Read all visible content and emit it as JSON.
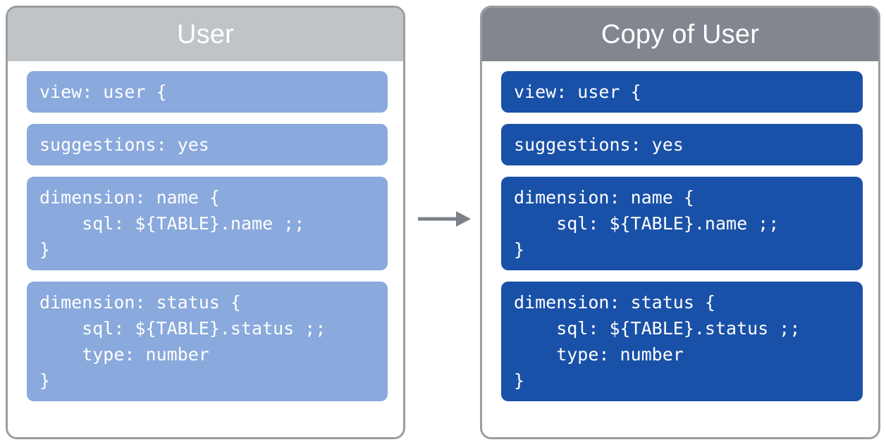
{
  "diagram": {
    "arrow": {
      "direction": "right",
      "color": "#7b8089",
      "meaning": "copies-to"
    },
    "panels": [
      {
        "id": "source",
        "title": "User",
        "header_color": "#c1c4c6",
        "block_color": "#8aa9dc",
        "blocks": [
          "view: user {",
          "suggestions: yes",
          "dimension: name {\n    sql: ${TABLE}.name ;;\n}",
          "dimension: status {\n    sql: ${TABLE}.status ;;\n    type: number\n}"
        ]
      },
      {
        "id": "copy",
        "title": "Copy of User",
        "header_color": "#82868e",
        "block_color": "#1a51a8",
        "blocks": [
          "view: user {",
          "suggestions: yes",
          "dimension: name {\n    sql: ${TABLE}.name ;;\n}",
          "dimension: status {\n    sql: ${TABLE}.status ;;\n    type: number\n}"
        ]
      }
    ]
  }
}
